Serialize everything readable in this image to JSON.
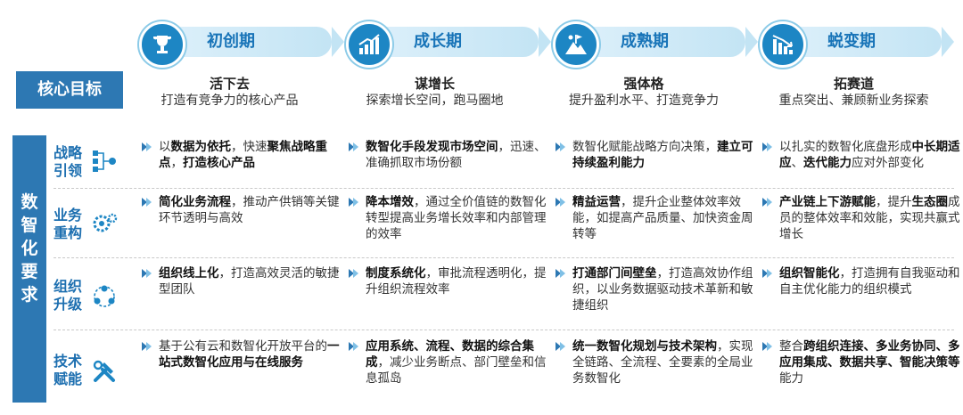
{
  "stages": [
    {
      "title": "初创期",
      "icon": "trophy-icon",
      "goal_title": "活下去",
      "goal_sub": "打造有竞争力的核心产品"
    },
    {
      "title": "成长期",
      "icon": "growth-bars-icon",
      "goal_title": "谋增长",
      "goal_sub": "探索增长空间，跑马圈地"
    },
    {
      "title": "成熟期",
      "icon": "mountain-flag-icon",
      "goal_title": "强体格",
      "goal_sub": "提升盈利水平、打造竞争力"
    },
    {
      "title": "蜕变期",
      "icon": "declining-chart-icon",
      "goal_title": "拓赛道",
      "goal_sub": "重点突出、兼顾新业务探索"
    }
  ],
  "core_goal_label": "核心目标",
  "requirements_label": "数智化要求",
  "rows": [
    {
      "label": "战略\n引领",
      "icon": "strategy-flow-icon",
      "cells": [
        [
          [
            "以",
            0
          ],
          [
            "数据为依托",
            1
          ],
          [
            "，快速",
            0
          ],
          [
            "聚焦战略重点",
            1
          ],
          [
            "，",
            0
          ],
          [
            "打造核心产品",
            1
          ]
        ],
        [
          [
            "数智化手段发现市场空间",
            1
          ],
          [
            "，迅速、准确抓取市场份额",
            0
          ]
        ],
        [
          [
            "数智化赋能战略方向决策，",
            0
          ],
          [
            "建立可持续盈利能力",
            1
          ]
        ],
        [
          [
            "以扎实的数智化底盘形成",
            0
          ],
          [
            "中长期适应",
            1
          ],
          [
            "、",
            0
          ],
          [
            "迭代能力",
            1
          ],
          [
            "应对外部变化",
            0
          ]
        ]
      ]
    },
    {
      "label": "业务\n重构",
      "icon": "gears-icon",
      "cells": [
        [
          [
            "简化业务流程",
            1
          ],
          [
            "，推动产供销等关键环节透明与高效",
            0
          ]
        ],
        [
          [
            "降本增效",
            1
          ],
          [
            "，通过全价值链的数智化转型提高业务增长效率和内部管理的效率",
            0
          ]
        ],
        [
          [
            "精益运营",
            1
          ],
          [
            "，提升企业整体效率效能，如提高产品质量、加快资金周转等",
            0
          ]
        ],
        [
          [
            "产业链上下游赋能",
            1
          ],
          [
            "，提升",
            0
          ],
          [
            "生态圈",
            1
          ],
          [
            "成员的整体效率和效能，实现共赢式增长",
            0
          ]
        ]
      ]
    },
    {
      "label": "组织\n升级",
      "icon": "org-network-icon",
      "cells": [
        [
          [
            "组织线上化",
            1
          ],
          [
            "，打造高效灵活的敏捷型团队",
            0
          ]
        ],
        [
          [
            "制度系统化",
            1
          ],
          [
            "，审批流程透明化，提升组织流程效率",
            0
          ]
        ],
        [
          [
            "打通部门间壁垒",
            1
          ],
          [
            "，打造高效协作组织，以业务数据驱动技术革新和敏捷组织",
            0
          ]
        ],
        [
          [
            "组织智能化",
            1
          ],
          [
            "，打造拥有自我驱动和自主优化能力的组织模式",
            0
          ]
        ]
      ]
    },
    {
      "label": "技术\n赋能",
      "icon": "wrench-hammer-icon",
      "cells": [
        [
          [
            "基于公有云和数智化开放平台的",
            0
          ],
          [
            "一站式数智化应用与在线服务",
            1
          ]
        ],
        [
          [
            "应用系统、流程、数据的综合集成",
            1
          ],
          [
            "，减少业务断点、部门壁垒和信息孤岛",
            0
          ]
        ],
        [
          [
            "统一数智化规划与技术架构",
            1
          ],
          [
            "，实现全链路、全流程、全要素的全局业务数智化",
            0
          ]
        ],
        [
          [
            "整合",
            0
          ],
          [
            "跨组织连接、多业务协同、多应用集成、数据共享、智能决策等",
            1
          ],
          [
            "能力",
            0
          ]
        ]
      ]
    }
  ],
  "colors": {
    "primary": "#2d78b3",
    "accent": "#1874b8",
    "light": "#c3e4f4"
  }
}
